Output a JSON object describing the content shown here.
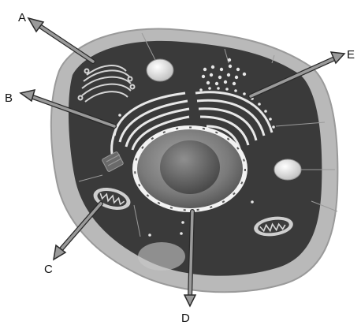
{
  "diagram": {
    "callouts": [
      {
        "id": "A",
        "label": "A"
      },
      {
        "id": "B",
        "label": "B"
      },
      {
        "id": "C",
        "label": "C"
      },
      {
        "id": "D",
        "label": "D"
      },
      {
        "id": "E",
        "label": "E"
      }
    ]
  },
  "colors": {
    "background": "#ffffff",
    "cell_wall": "#b9b9b9",
    "cytoplasm": "#3a3a3a",
    "nucleus": "#8a8a8a",
    "membrane": "#f2f2f2",
    "arrow": "#8c8c8c",
    "arrow_outline": "#2a2a2a"
  }
}
